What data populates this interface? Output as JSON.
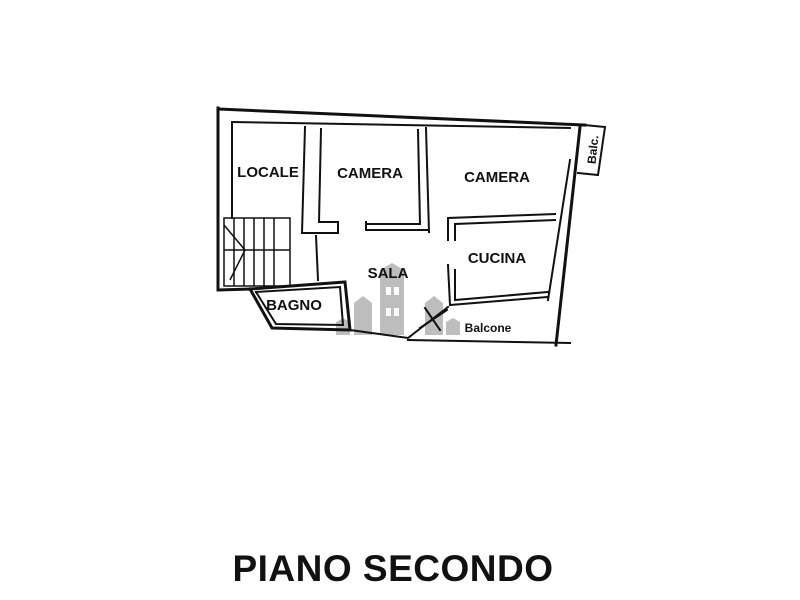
{
  "plan": {
    "rooms": {
      "locale": "LOCALE",
      "camera_1": "CAMERA",
      "camera_2": "CAMERA",
      "cucina": "CUCINA",
      "sala": "SALA",
      "bagno": "BAGNO",
      "balcone": "Balcone",
      "balc": "Balc."
    },
    "title": "PIANO SECONDO"
  },
  "colors": {
    "wall": "#111111",
    "watermark": "#9a9a9a"
  }
}
